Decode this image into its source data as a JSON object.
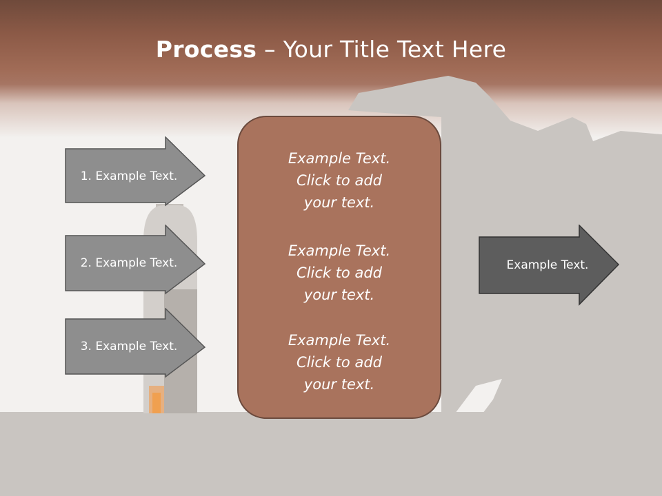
{
  "title": {
    "bold": "Process",
    "rest": " – Your Title Text Here"
  },
  "left_arrows": [
    {
      "label": "1. Example Text."
    },
    {
      "label": "2. Example Text."
    },
    {
      "label": "3. Example Text."
    }
  ],
  "center_box": {
    "blocks": [
      {
        "lines": [
          "Example Text.",
          "Click  to add",
          "your text."
        ]
      },
      {
        "lines": [
          "Example Text.",
          "Click  to add",
          "your text."
        ]
      },
      {
        "lines": [
          "Example Text.",
          "Click  to add",
          "your text."
        ]
      }
    ]
  },
  "right_arrow": {
    "label": "Example Text."
  },
  "colors": {
    "header_brown": "#a06b56",
    "center_box_fill": "#a9735d",
    "left_arrow_fill": "#8e8e8e",
    "right_arrow_fill": "#5d5d5d"
  }
}
